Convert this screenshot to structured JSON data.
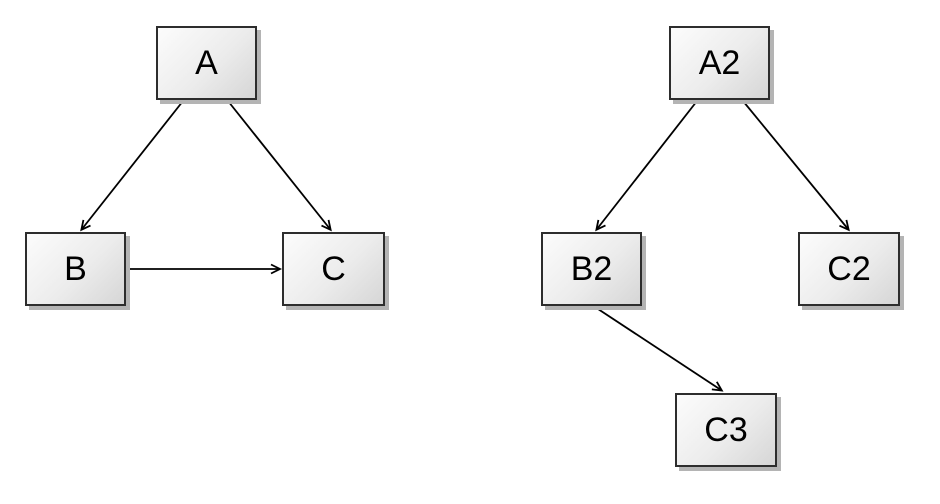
{
  "canvas": {
    "background": "#ffffff"
  },
  "style": {
    "node_border_color": "#2d2d2d",
    "node_fill_top": "#fcfcfc",
    "node_fill_bottom": "#d6d6d6",
    "node_shadow_color": "#b4b4b4",
    "edge_color": "#000000",
    "label_color": "#000000"
  },
  "graphs": [
    {
      "name": "left-graph",
      "nodes": [
        {
          "id": "A",
          "label": "A"
        },
        {
          "id": "B",
          "label": "B"
        },
        {
          "id": "C",
          "label": "C"
        }
      ],
      "edges": [
        {
          "from": "A",
          "to": "B"
        },
        {
          "from": "A",
          "to": "C"
        },
        {
          "from": "B",
          "to": "C"
        }
      ]
    },
    {
      "name": "right-graph",
      "nodes": [
        {
          "id": "A2",
          "label": "A2"
        },
        {
          "id": "B2",
          "label": "B2"
        },
        {
          "id": "C2",
          "label": "C2"
        },
        {
          "id": "C3",
          "label": "C3"
        }
      ],
      "edges": [
        {
          "from": "A2",
          "to": "B2"
        },
        {
          "from": "A2",
          "to": "C2"
        },
        {
          "from": "B2",
          "to": "C3"
        }
      ]
    }
  ]
}
